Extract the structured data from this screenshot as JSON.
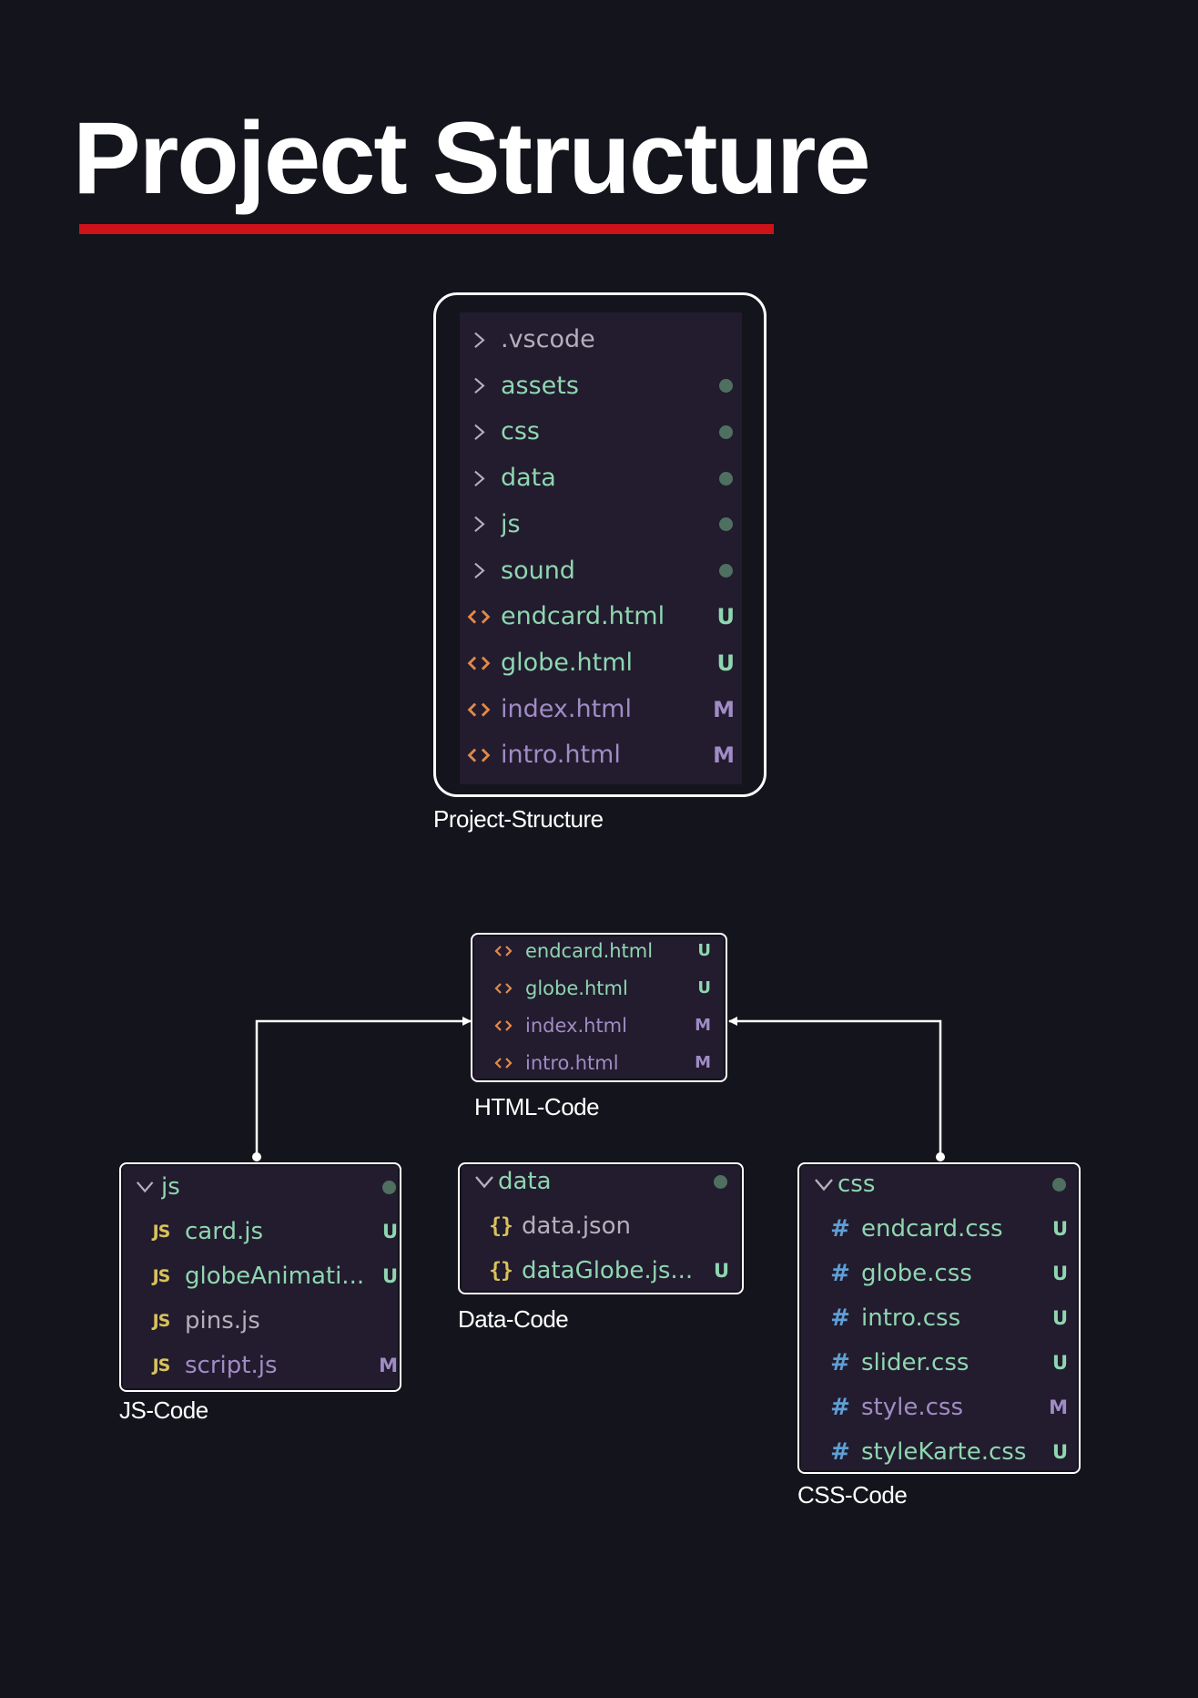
{
  "title": "Project Structure",
  "colors": {
    "background": "#14141c",
    "accent_underline": "#cf1218",
    "panel": "#221c2e",
    "untracked_green": "#8fd6b0",
    "modified_purple": "#a08cc4",
    "plain_gray": "#b3b0bb",
    "html_icon": "#e2894a",
    "js_icon": "#d8c25a",
    "css_icon": "#5f9fd6",
    "json_icon": "#d8c25a",
    "dot": "#4f7060"
  },
  "project_structure": {
    "caption": "Project-Structure",
    "items": [
      {
        "name": ".vscode",
        "kind": "folder",
        "status": "",
        "color": "#b3b0bb"
      },
      {
        "name": "assets",
        "kind": "folder",
        "status": "dot",
        "color": "#8fd6b0"
      },
      {
        "name": "css",
        "kind": "folder",
        "status": "dot",
        "color": "#8fd6b0"
      },
      {
        "name": "data",
        "kind": "folder",
        "status": "dot",
        "color": "#8fd6b0"
      },
      {
        "name": "js",
        "kind": "folder",
        "status": "dot",
        "color": "#8fd6b0"
      },
      {
        "name": "sound",
        "kind": "folder",
        "status": "dot",
        "color": "#8fd6b0"
      },
      {
        "name": "endcard.html",
        "kind": "html",
        "status": "U",
        "color": "#8fd6b0"
      },
      {
        "name": "globe.html",
        "kind": "html",
        "status": "U",
        "color": "#8fd6b0"
      },
      {
        "name": "index.html",
        "kind": "html",
        "status": "M",
        "color": "#a08cc4"
      },
      {
        "name": "intro.html",
        "kind": "html",
        "status": "M",
        "color": "#a08cc4"
      }
    ]
  },
  "html_code": {
    "caption": "HTML-Code",
    "items": [
      {
        "name": "endcard.html",
        "kind": "html",
        "status": "U",
        "color": "#8fd6b0"
      },
      {
        "name": "globe.html",
        "kind": "html",
        "status": "U",
        "color": "#8fd6b0"
      },
      {
        "name": "index.html",
        "kind": "html",
        "status": "M",
        "color": "#a08cc4"
      },
      {
        "name": "intro.html",
        "kind": "html",
        "status": "M",
        "color": "#a08cc4"
      }
    ]
  },
  "js_code": {
    "caption": "JS-Code",
    "items": [
      {
        "name": "js",
        "kind": "open-folder",
        "status": "dot",
        "color": "#8fd6b0"
      },
      {
        "name": "card.js",
        "kind": "js",
        "status": "U",
        "color": "#8fd6b0"
      },
      {
        "name": "globeAnimati...",
        "kind": "js",
        "status": "U",
        "color": "#8fd6b0"
      },
      {
        "name": "pins.js",
        "kind": "js",
        "status": "",
        "color": "#b3b0bb"
      },
      {
        "name": "script.js",
        "kind": "js",
        "status": "M",
        "color": "#a08cc4"
      }
    ]
  },
  "data_code": {
    "caption": "Data-Code",
    "items": [
      {
        "name": "data",
        "kind": "open-folder",
        "status": "dot",
        "color": "#8fd6b0"
      },
      {
        "name": "data.json",
        "kind": "json",
        "status": "",
        "color": "#b3b0bb"
      },
      {
        "name": "dataGlobe.js...",
        "kind": "json",
        "status": "U",
        "color": "#8fd6b0"
      }
    ]
  },
  "css_code": {
    "caption": "CSS-Code",
    "items": [
      {
        "name": "css",
        "kind": "open-folder",
        "status": "dot",
        "color": "#8fd6b0"
      },
      {
        "name": "endcard.css",
        "kind": "css",
        "status": "U",
        "color": "#8fd6b0"
      },
      {
        "name": "globe.css",
        "kind": "css",
        "status": "U",
        "color": "#8fd6b0"
      },
      {
        "name": "intro.css",
        "kind": "css",
        "status": "U",
        "color": "#8fd6b0"
      },
      {
        "name": "slider.css",
        "kind": "css",
        "status": "U",
        "color": "#8fd6b0"
      },
      {
        "name": "style.css",
        "kind": "css",
        "status": "M",
        "color": "#a08cc4"
      },
      {
        "name": "styleKarte.css",
        "kind": "css",
        "status": "U",
        "color": "#8fd6b0"
      }
    ]
  }
}
